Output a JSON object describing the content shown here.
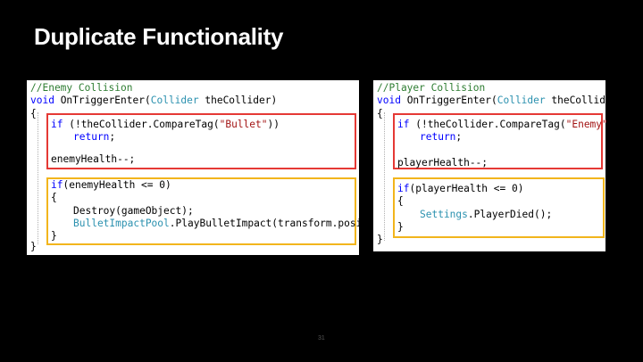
{
  "slide": {
    "title": "Duplicate Functionality",
    "page_number": "31"
  },
  "left_code": {
    "comment": "//Enemy Collision",
    "void_kw": "void",
    "method": " OnTriggerEnter(",
    "param_type": "Collider",
    "param_rest": " theCollider)",
    "open_brace": "{",
    "if_kw": "if",
    "if_rest_a": " (!theCollider.CompareTag(",
    "tag_string": "\"Bullet\"",
    "if_rest_b": "))",
    "return_kw": "return",
    "return_rest": ";",
    "decrement": "enemyHealth--;",
    "if2_kw": "if",
    "if2_rest": "(enemyHealth <= 0)",
    "inner_open": "{",
    "destroy_call": "Destroy(gameObject);",
    "pool_type": "BulletImpactPool",
    "pool_rest": ".PlayBulletImpact(transform.position);",
    "inner_close": "}",
    "close_brace": "}"
  },
  "right_code": {
    "comment": "//Player Collision",
    "void_kw": "void",
    "method": " OnTriggerEnter(",
    "param_type": "Collider",
    "param_rest": " theCollider)",
    "open_brace": "{",
    "if_kw": "if",
    "if_rest_a": " (!theCollider.CompareTag(",
    "tag_string": "\"Enemy\"",
    "if_rest_b": "))",
    "return_kw": "return",
    "return_rest": ";",
    "decrement": "playerHealth--;",
    "if2_kw": "if",
    "if2_rest": "(playerHealth <= 0)",
    "inner_open": "{",
    "settings_type": "Settings",
    "settings_rest": ".PlayerDied();",
    "inner_close": "}",
    "close_brace": "}"
  },
  "colors": {
    "background": "#000000",
    "title": "#ffffff",
    "comment": "#2e7d32",
    "keyword": "#0000ff",
    "type": "#2b91af",
    "string": "#a31515",
    "highlight_red": "#e53935",
    "highlight_yellow": "#f2b51c"
  }
}
